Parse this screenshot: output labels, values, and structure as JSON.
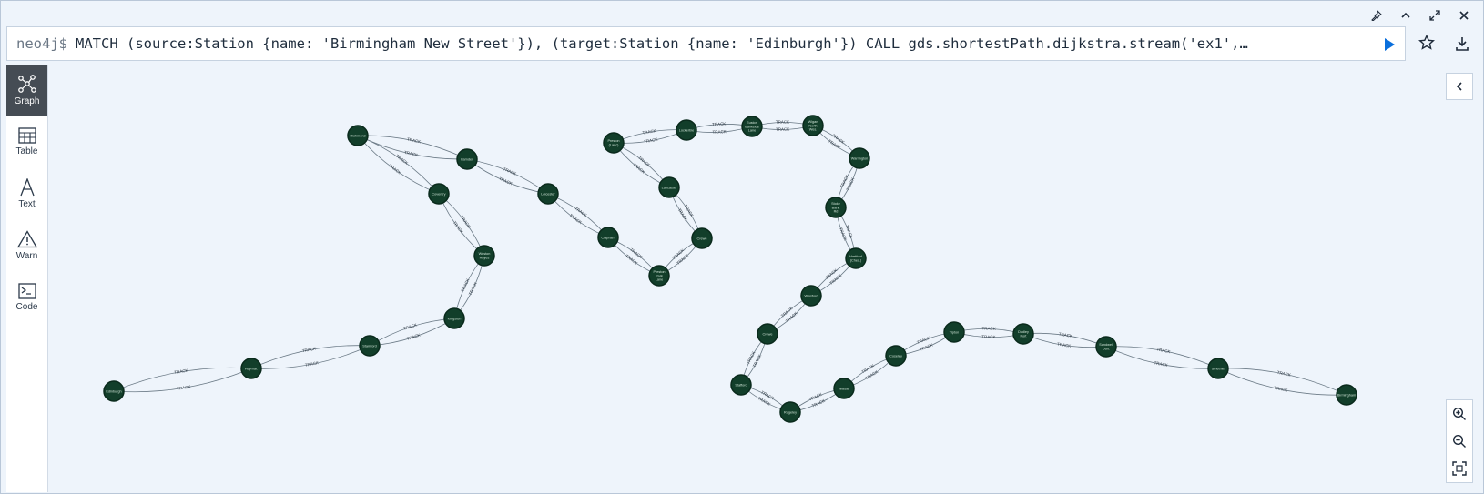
{
  "window": {
    "controls": [
      {
        "name": "pin-icon",
        "glyph": "📌"
      },
      {
        "name": "collapse-up-icon",
        "glyph": "⌃"
      },
      {
        "name": "fullscreen-icon",
        "glyph": "⤢"
      },
      {
        "name": "close-icon",
        "glyph": "✕"
      }
    ]
  },
  "editor": {
    "prompt": "neo4j$",
    "query": "MATCH (source:Station {name: 'Birmingham New Street'}), (target:Station {name: 'Edinburgh'}) CALL gds.shortestPath.dijkstra.stream('ex1',…"
  },
  "sidebar": {
    "tabs": [
      {
        "label": "Graph",
        "icon": "graph-icon",
        "active": true
      },
      {
        "label": "Table",
        "icon": "table-icon",
        "active": false
      },
      {
        "label": "Text",
        "icon": "text-icon",
        "active": false
      },
      {
        "label": "Warn",
        "icon": "warning-icon",
        "active": false
      },
      {
        "label": "Code",
        "icon": "code-icon",
        "active": false
      }
    ]
  },
  "colors": {
    "node_fill": "#123e2a",
    "node_stroke": "#0a2a1c",
    "edge": "#6b7a86",
    "active_tab": "#454c54",
    "run_button": "#0a6fdc"
  },
  "graph": {
    "relationship_label": "TRACK",
    "nodes": [
      {
        "label": "Edinburgh"
      },
      {
        "label": "Haymar."
      },
      {
        "label": "Stamford"
      },
      {
        "label": "Kingston"
      },
      {
        "label": "Weston Hayes"
      },
      {
        "label": "Coventry"
      },
      {
        "label": "Richmond"
      },
      {
        "label": "Camden"
      },
      {
        "label": "Leicester"
      },
      {
        "label": "Clapham"
      },
      {
        "label": "Preston Park Lane"
      },
      {
        "label": "Crewe"
      },
      {
        "label": "Lancaster"
      },
      {
        "label": "Preston (Lanc)"
      },
      {
        "label": "Lockerbie"
      },
      {
        "label": "Euston Bankside Lane"
      },
      {
        "label": "Wigan North Wes."
      },
      {
        "label": "Warrington"
      },
      {
        "label": "Stoke Bank Rd"
      },
      {
        "label": "Hartford (Ches.)"
      },
      {
        "label": "Winsford"
      },
      {
        "label": "Crewe"
      },
      {
        "label": "Stafford"
      },
      {
        "label": "Rugeley"
      },
      {
        "label": "Walsall"
      },
      {
        "label": "Coseley"
      },
      {
        "label": "Tipton"
      },
      {
        "label": "Dudley Port"
      },
      {
        "label": "Sandwell Dart."
      },
      {
        "label": "Smethw."
      },
      {
        "label": "Birmingham"
      }
    ],
    "edges": [
      [
        0,
        1
      ],
      [
        1,
        2
      ],
      [
        2,
        3
      ],
      [
        3,
        4
      ],
      [
        4,
        5
      ],
      [
        5,
        6
      ],
      [
        6,
        7
      ],
      [
        7,
        8
      ],
      [
        8,
        9
      ],
      [
        9,
        10
      ],
      [
        10,
        11
      ],
      [
        11,
        12
      ],
      [
        12,
        13
      ],
      [
        13,
        14
      ],
      [
        14,
        15
      ],
      [
        15,
        16
      ],
      [
        16,
        17
      ],
      [
        17,
        18
      ],
      [
        18,
        19
      ],
      [
        19,
        20
      ],
      [
        20,
        21
      ],
      [
        21,
        22
      ],
      [
        22,
        23
      ],
      [
        23,
        24
      ],
      [
        24,
        25
      ],
      [
        25,
        26
      ],
      [
        26,
        27
      ],
      [
        27,
        28
      ],
      [
        28,
        29
      ],
      [
        29,
        30
      ],
      [
        6,
        5
      ]
    ]
  },
  "toolbar": {
    "run": "run-button",
    "favorite": "★",
    "download": "download-button"
  }
}
